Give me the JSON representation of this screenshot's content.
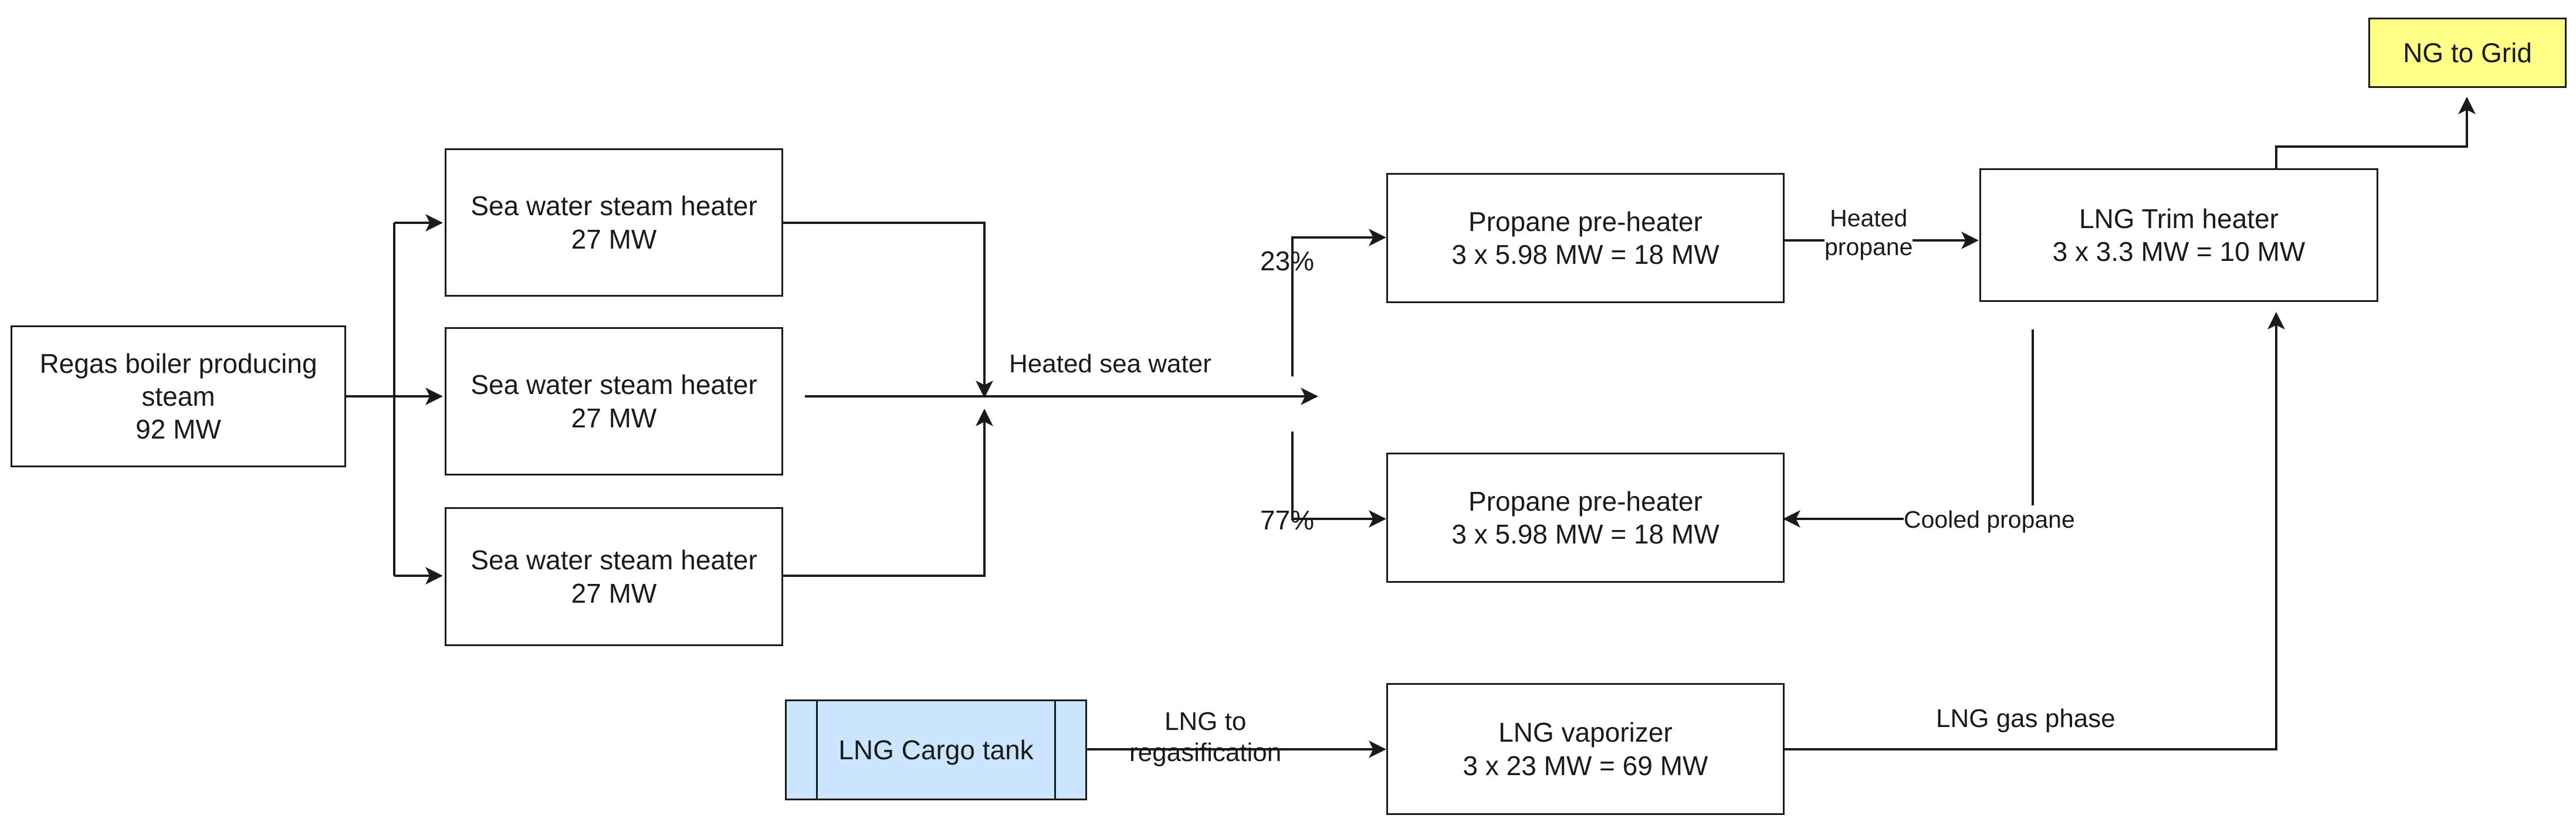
{
  "nodes": {
    "boiler": {
      "line1": "Regas boiler producing",
      "line2": "steam",
      "line3": "92 MW"
    },
    "heater1": {
      "line1": "Sea water steam heater",
      "line2": "27 MW"
    },
    "heater2": {
      "line1": "Sea water steam heater",
      "line2": "27 MW"
    },
    "heater3": {
      "line1": "Sea water steam heater",
      "line2": "27 MW"
    },
    "preheater_top": {
      "line1": "Propane pre-heater",
      "line2": "3 x 5.98 MW = 18 MW"
    },
    "preheater_bottom": {
      "line1": "Propane pre-heater",
      "line2": "3 x 5.98 MW = 18 MW"
    },
    "trim_heater": {
      "line1": "LNG Trim heater",
      "line2": "3 x 3.3 MW = 10 MW"
    },
    "grid": {
      "label": "NG to Grid"
    },
    "cargo_tank": {
      "label": "LNG Cargo tank"
    },
    "vaporizer": {
      "line1": "LNG vaporizer",
      "line2": "3 x 23 MW = 69 MW"
    }
  },
  "edge_labels": {
    "heated_sea_water": "Heated sea water",
    "split_top": "23%",
    "split_bottom": "77%",
    "heated_propane_1": "Heated",
    "heated_propane_2": "propane",
    "cooled_propane": "Cooled propane",
    "lng_to_1": "LNG to",
    "lng_to_2": "regasification",
    "gas_phase": "LNG gas phase"
  },
  "colors": {
    "grid_fill": "#FFFF88",
    "tank_fill": "#CCE5FF",
    "stroke": "#1a1a1a"
  }
}
